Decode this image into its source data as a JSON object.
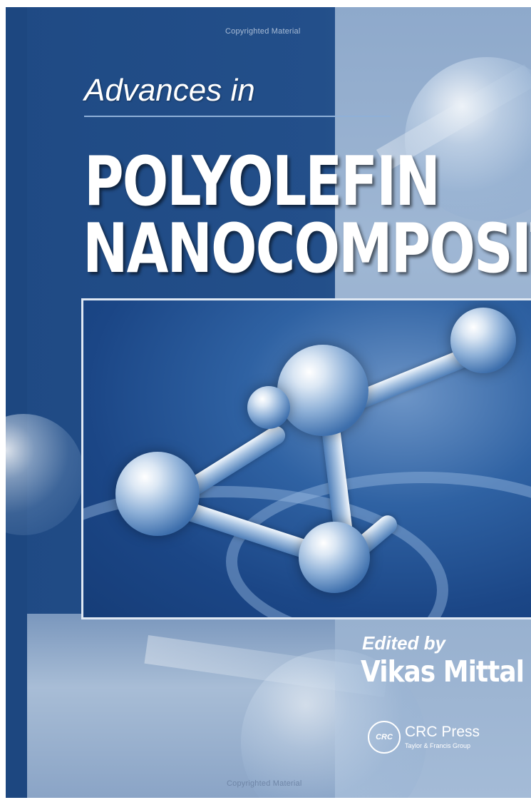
{
  "cover": {
    "watermark_top": "Copyrighted Material",
    "series": "Advances in",
    "title_line_1": "POLYOLEFIN",
    "title_line_2": "NANOCOMPOSITES",
    "edited_by": "Edited by",
    "editor": "Vikas Mittal",
    "publisher": {
      "logo_text": "CRC",
      "name": "CRC Press",
      "group": "Taylor & Francis Group"
    },
    "watermark_bottom": "Copyrighted Material"
  },
  "colors": {
    "background_blue": "#234f8a",
    "panel_light_blue": "#9fb7d4",
    "text": "#ffffff"
  }
}
